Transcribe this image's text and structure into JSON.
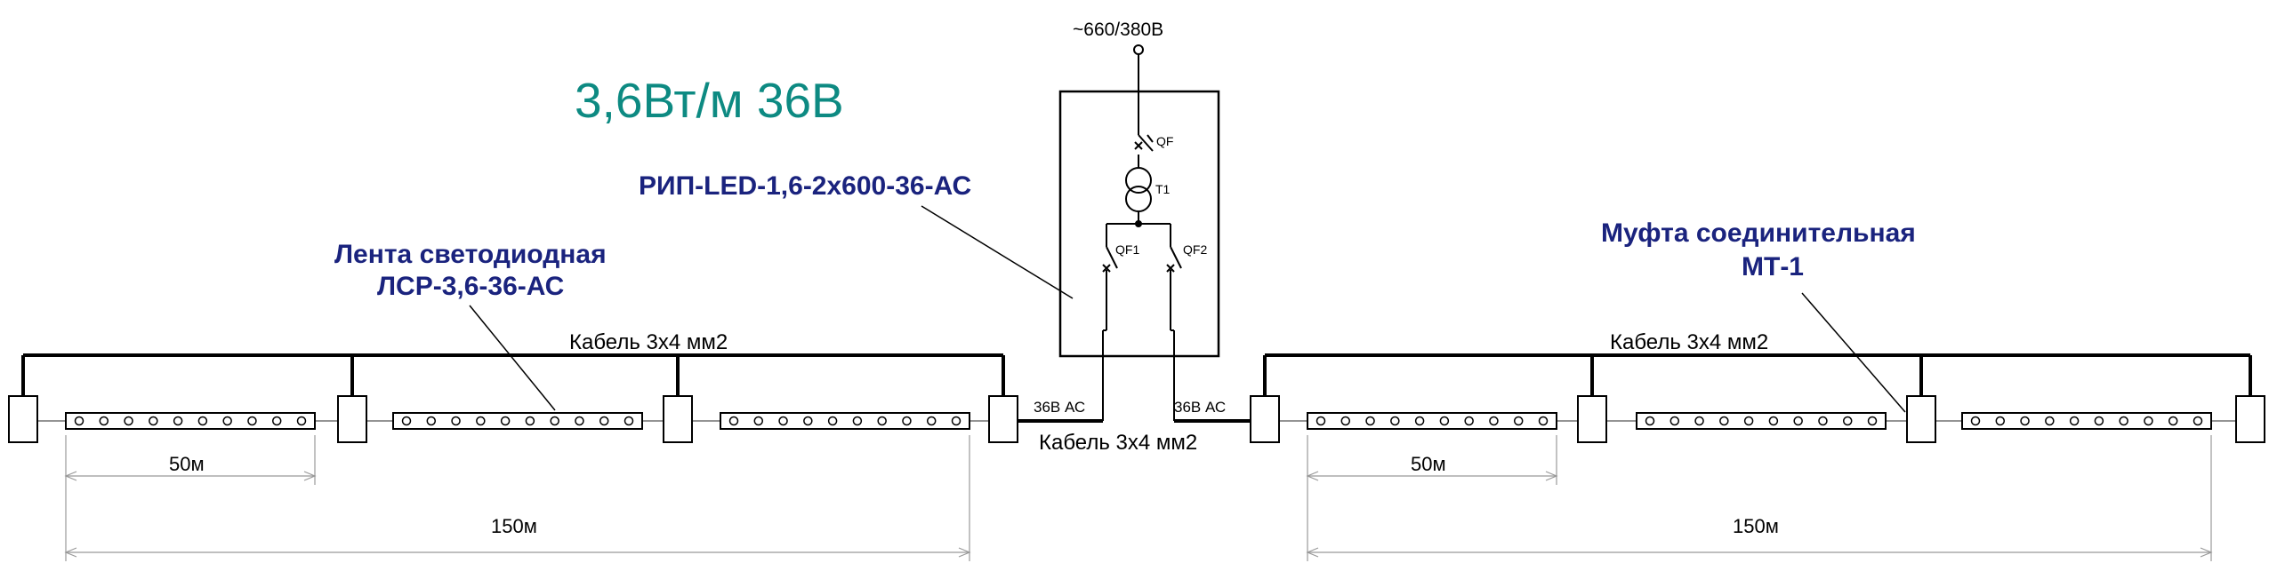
{
  "colors": {
    "teal": "#0d8a82",
    "navy": "#1a237e",
    "line": "#000000",
    "dim_line": "#999999"
  },
  "supply_label": "~660/380В",
  "power_spec": "3,6Вт/м 36В",
  "device_title": "РИП-LED-1,6-2х600-36-АС",
  "strip_callout": {
    "line1": "Лента светодиодная",
    "line2": "ЛСР-3,6-36-АС"
  },
  "coupling_callout": {
    "line1": "Муфта соединительная",
    "line2": "МТ-1"
  },
  "panel_labels": {
    "qf": "QF",
    "t1": "T1",
    "qf1": "QF1",
    "qf2": "QF2"
  },
  "cable_labels": {
    "left_bus": "Кабель 3х4 мм2",
    "right_bus": "Кабель 3х4 мм2",
    "center": "Кабель 3х4 мм2"
  },
  "output_labels": {
    "left": "36В АС",
    "right": "36В АС"
  },
  "dimensions": {
    "left_segment": "50м",
    "left_total": "150м",
    "right_segment": "50м",
    "right_total": "150м"
  }
}
